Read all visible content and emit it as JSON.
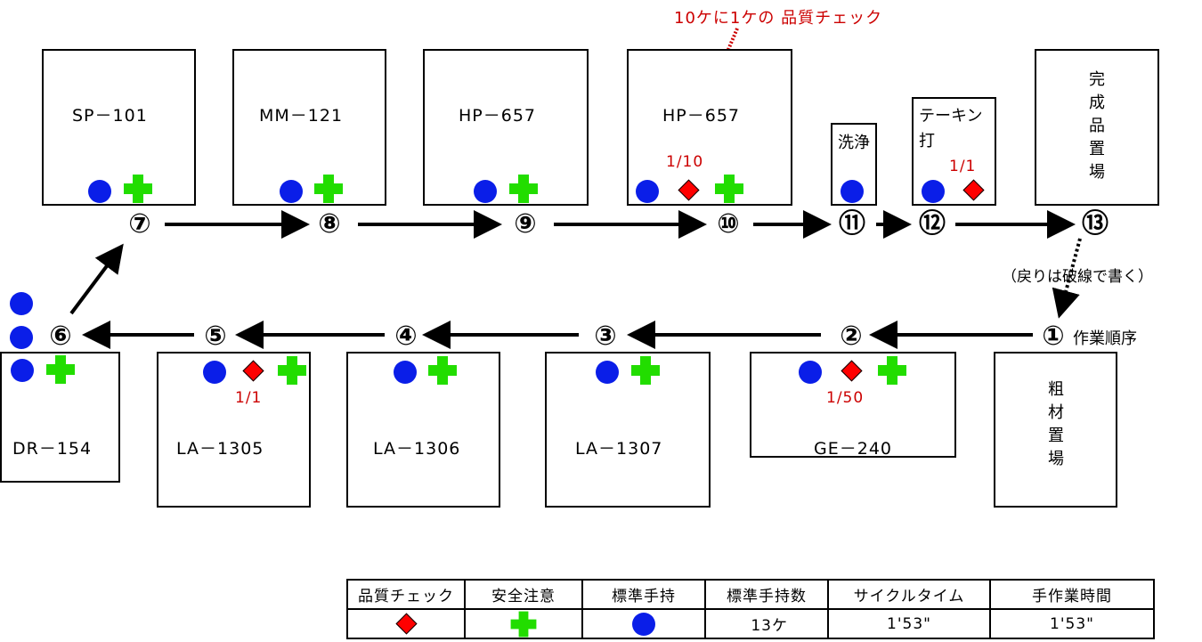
{
  "stations_top": [
    {
      "step": "⑦",
      "name": "SP－101"
    },
    {
      "step": "⑧",
      "name": "MM－121"
    },
    {
      "step": "⑨",
      "name": "HP－657"
    },
    {
      "step": "⑩",
      "name": "HP－657",
      "ratio": "1/10"
    },
    {
      "step": "⑪",
      "name": "洗浄"
    },
    {
      "step": "⑫",
      "name": "テーキン打",
      "ratio": "1/1"
    },
    {
      "step": "⑬",
      "name": "完成品置場"
    }
  ],
  "stations_bottom": [
    {
      "step": "⑥",
      "name": "DR－154"
    },
    {
      "step": "⑤",
      "name": "LA－1305",
      "ratio": "1/1"
    },
    {
      "step": "④",
      "name": "LA－1306"
    },
    {
      "step": "③",
      "name": "LA－1307"
    },
    {
      "step": "②",
      "name": "GE－240",
      "ratio": "1/50"
    },
    {
      "step": "①",
      "name": "粗材置場"
    }
  ],
  "annotations": {
    "quality_note": "10ケに1ケの 品質チェック",
    "return_note": "（戻りは破線で書く）",
    "work_order": "作業順序"
  },
  "legend": {
    "headers": [
      "品質チェック",
      "安全注意",
      "標準手持",
      "標準手持数",
      "サイクルタイム",
      "手作業時間"
    ],
    "values": {
      "std_stock_count": "13ケ",
      "cycle_time": "1'53\"",
      "manual_time": "1'53\""
    }
  },
  "colors": {
    "quality": "#ff0000",
    "safety": "#22dd00",
    "stock": "#0a1ee8",
    "note": "#cc0000"
  },
  "icons": {
    "quality": "red-diamond-icon",
    "safety": "green-cross-icon",
    "stock": "blue-circle-icon"
  }
}
